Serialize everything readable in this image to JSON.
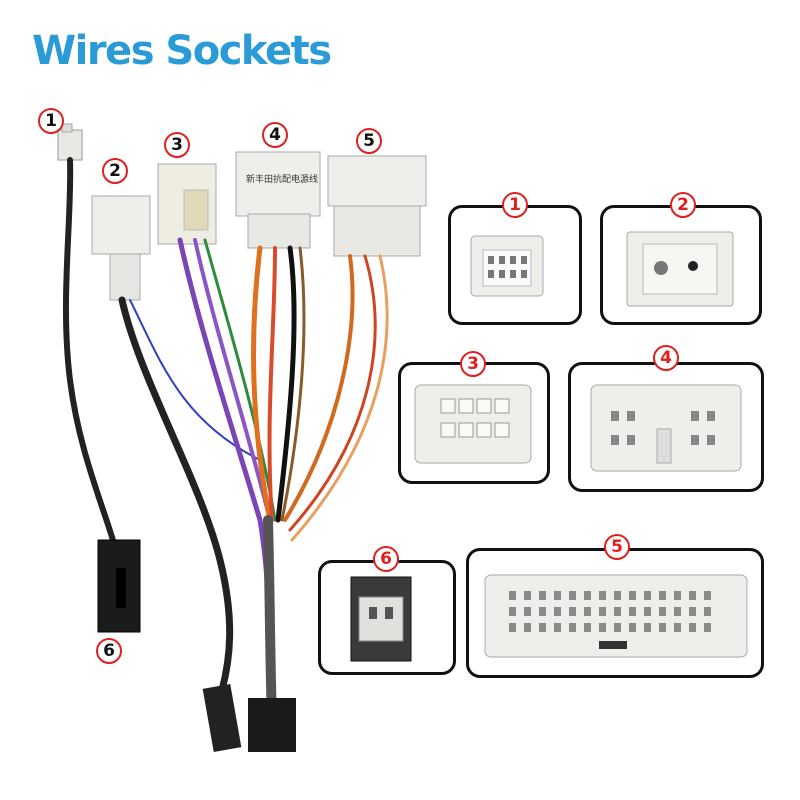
{
  "title": "Wires Sockets",
  "callouts": {
    "harness": [
      "1",
      "2",
      "3",
      "4",
      "5",
      "6"
    ],
    "panels": [
      "1",
      "2",
      "3",
      "4",
      "5",
      "6"
    ]
  },
  "connector_4_label": "新丰田抗配电源线",
  "colors": {
    "title": "#2a9bd6",
    "badge_ring": "#e02020",
    "panel_border": "#111111",
    "connector": "#eeeeea"
  }
}
